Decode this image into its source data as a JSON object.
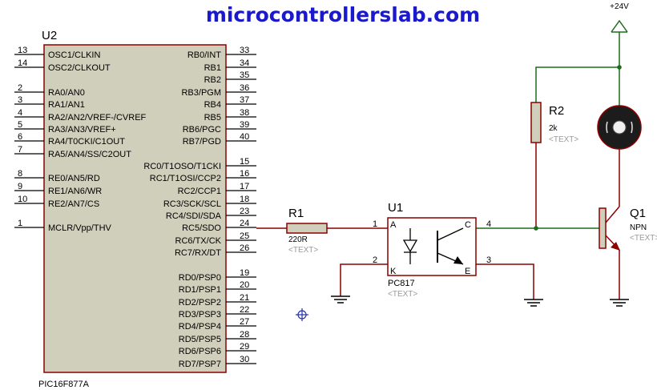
{
  "banner": "microcontrollerslab.com",
  "supply": {
    "label": "+24V"
  },
  "mcu": {
    "ref": "U2",
    "part": "PIC16F877A",
    "left_pins": [
      {
        "num": "13",
        "name": "OSC1/CLKIN"
      },
      {
        "num": "14",
        "name": "OSC2/CLKOUT"
      },
      {
        "num": "2",
        "name": "RA0/AN0"
      },
      {
        "num": "3",
        "name": "RA1/AN1"
      },
      {
        "num": "4",
        "name": "RA2/AN2/VREF-/CVREF"
      },
      {
        "num": "5",
        "name": "RA3/AN3/VREF+"
      },
      {
        "num": "6",
        "name": "RA4/T0CKI/C1OUT"
      },
      {
        "num": "7",
        "name": "RA5/AN4/SS/C2OUT"
      },
      {
        "num": "8",
        "name": "RE0/AN5/RD"
      },
      {
        "num": "9",
        "name": "RE1/AN6/WR"
      },
      {
        "num": "10",
        "name": "RE2/AN7/CS"
      },
      {
        "num": "1",
        "name": "MCLR/Vpp/THV"
      }
    ],
    "right_pins": [
      {
        "num": "33",
        "name": "RB0/INT"
      },
      {
        "num": "34",
        "name": "RB1"
      },
      {
        "num": "35",
        "name": "RB2"
      },
      {
        "num": "36",
        "name": "RB3/PGM"
      },
      {
        "num": "37",
        "name": "RB4"
      },
      {
        "num": "38",
        "name": "RB5"
      },
      {
        "num": "39",
        "name": "RB6/PGC"
      },
      {
        "num": "40",
        "name": "RB7/PGD"
      },
      {
        "num": "15",
        "name": "RC0/T1OSO/T1CKI"
      },
      {
        "num": "16",
        "name": "RC1/T1OSI/CCP2"
      },
      {
        "num": "17",
        "name": "RC2/CCP1"
      },
      {
        "num": "18",
        "name": "RC3/SCK/SCL"
      },
      {
        "num": "23",
        "name": "RC4/SDI/SDA"
      },
      {
        "num": "24",
        "name": "RC5/SDO"
      },
      {
        "num": "25",
        "name": "RC6/TX/CK"
      },
      {
        "num": "26",
        "name": "RC7/RX/DT"
      },
      {
        "num": "19",
        "name": "RD0/PSP0"
      },
      {
        "num": "20",
        "name": "RD1/PSP1"
      },
      {
        "num": "21",
        "name": "RD2/PSP2"
      },
      {
        "num": "22",
        "name": "RD3/PSP3"
      },
      {
        "num": "27",
        "name": "RD4/PSP4"
      },
      {
        "num": "28",
        "name": "RD5/PSP5"
      },
      {
        "num": "29",
        "name": "RD6/PSP6"
      },
      {
        "num": "30",
        "name": "RD7/PSP7"
      }
    ]
  },
  "r1": {
    "ref": "R1",
    "value": "220R",
    "text": "<TEXT>"
  },
  "r2": {
    "ref": "R2",
    "value": "2k",
    "text": "<TEXT>"
  },
  "opto": {
    "ref": "U1",
    "part": "PC817",
    "text": "<TEXT>",
    "pin_a": "A",
    "pin_k": "K",
    "pin_c": "C",
    "pin_e": "E",
    "num_1": "1",
    "num_2": "2",
    "num_3": "3",
    "num_4": "4"
  },
  "q1": {
    "ref": "Q1",
    "type": "NPN",
    "text": "<TEXT>"
  }
}
